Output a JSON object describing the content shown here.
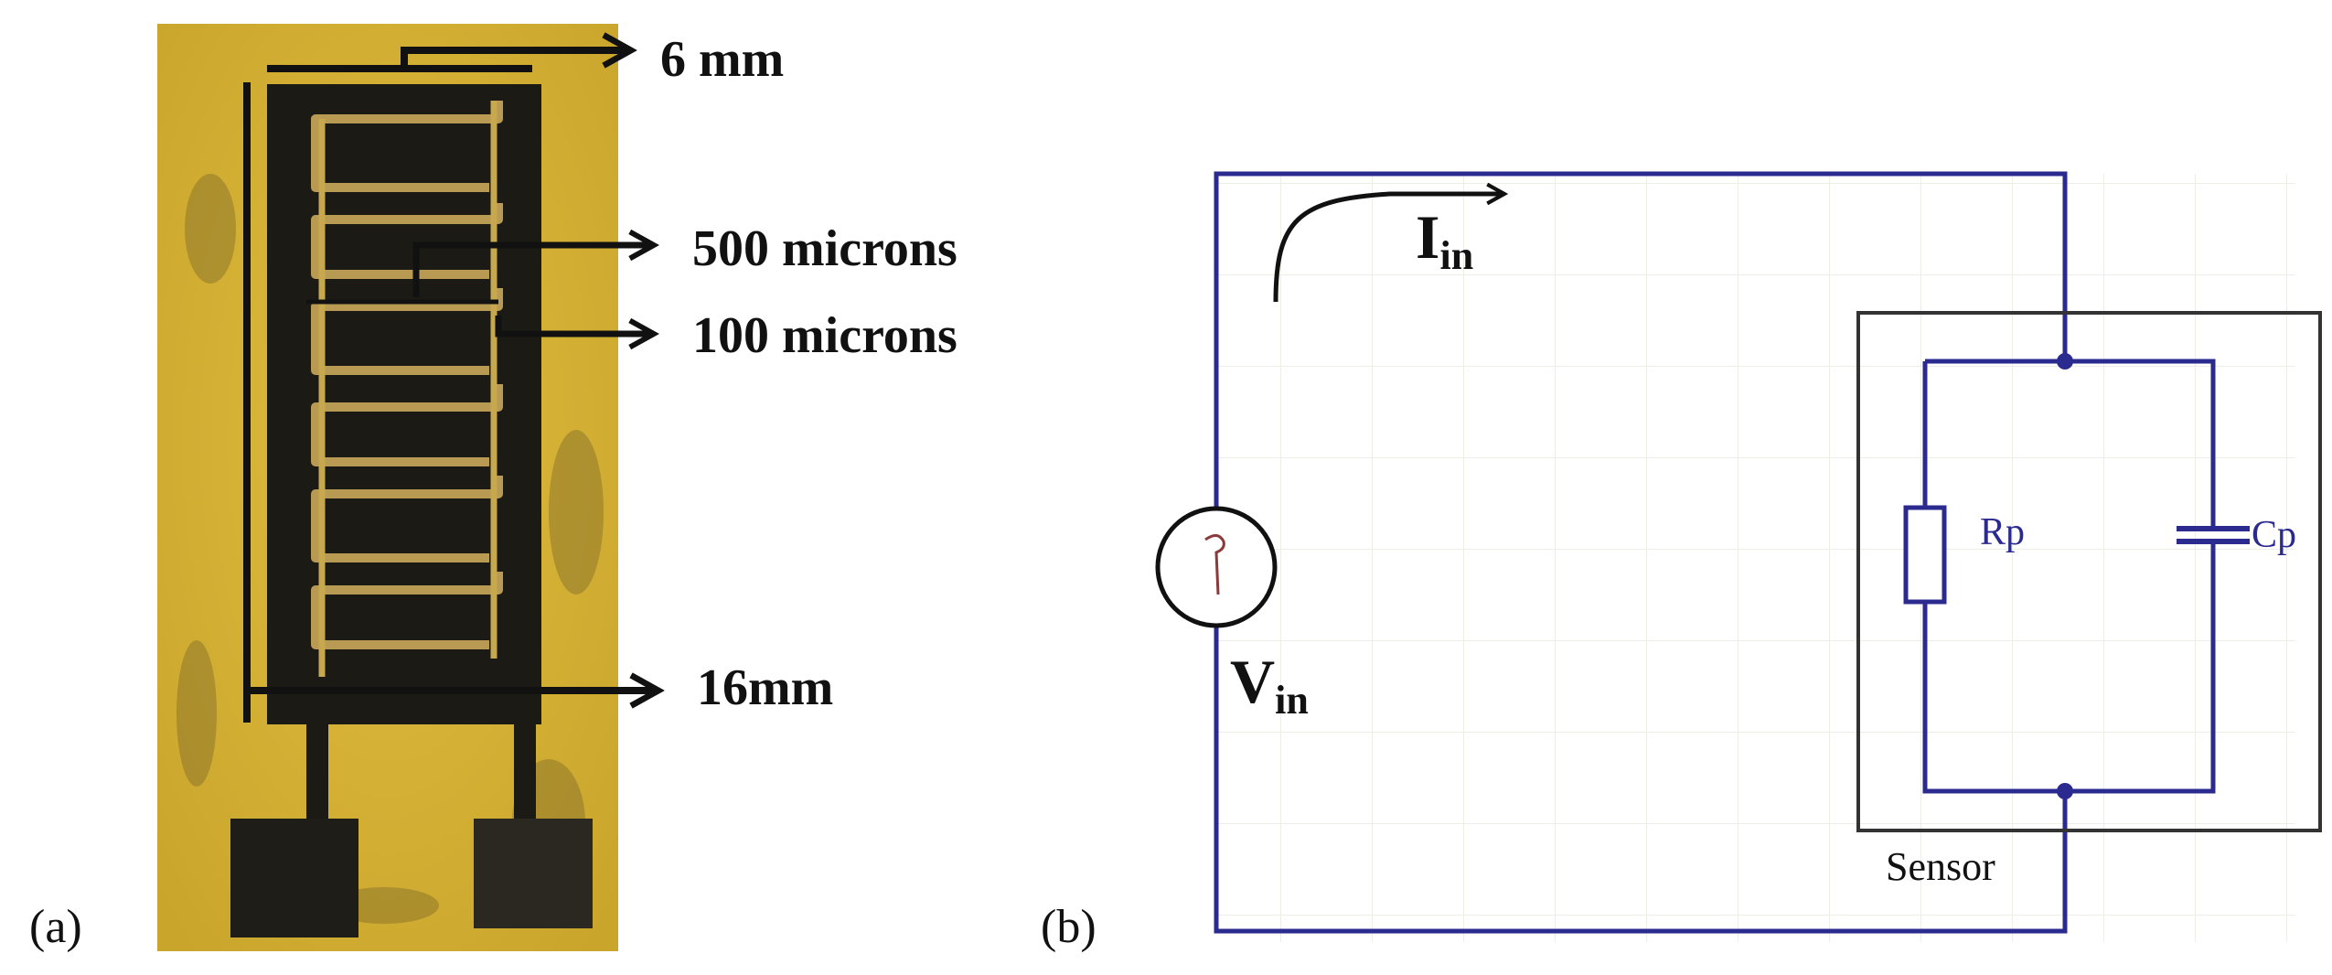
{
  "panel_a": {
    "label": "(a)",
    "dimensions": {
      "width": "6 mm",
      "finger_gap": "500 microns",
      "finger_width": "100 microns",
      "length": "16mm"
    }
  },
  "panel_b": {
    "label": "(b)",
    "current": {
      "symbol": "I",
      "subscript": "in"
    },
    "voltage": {
      "symbol": "V",
      "subscript": "in"
    },
    "resistor": "Rp",
    "capacitor": "Cp",
    "sensor_label": "Sensor"
  },
  "colors": {
    "substrate": "#d9b43a",
    "electrode": "#1b1a14",
    "electrode_edge": "#b89a52",
    "wire": "#2b2b8f",
    "sensor_box": "#333333",
    "grid": "#eef0ea",
    "text": "#111111"
  }
}
